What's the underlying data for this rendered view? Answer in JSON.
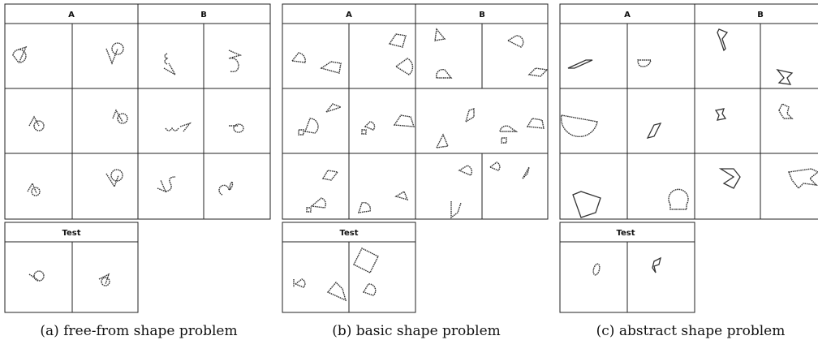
{
  "panels": [
    {
      "id": "a",
      "header_a": "A",
      "header_b": "B",
      "test_header": "Test",
      "caption": "(a) free-from shape problem"
    },
    {
      "id": "b",
      "header_a": "A",
      "header_b": "B",
      "test_header": "Test",
      "caption": "(b) basic shape problem"
    },
    {
      "id": "c",
      "header_a": "A",
      "header_b": "B",
      "test_header": "Test",
      "caption": "(c) abstract shape problem"
    }
  ],
  "colors": {
    "grid": "#222222",
    "shape": "#333333",
    "background": "#ffffff"
  }
}
